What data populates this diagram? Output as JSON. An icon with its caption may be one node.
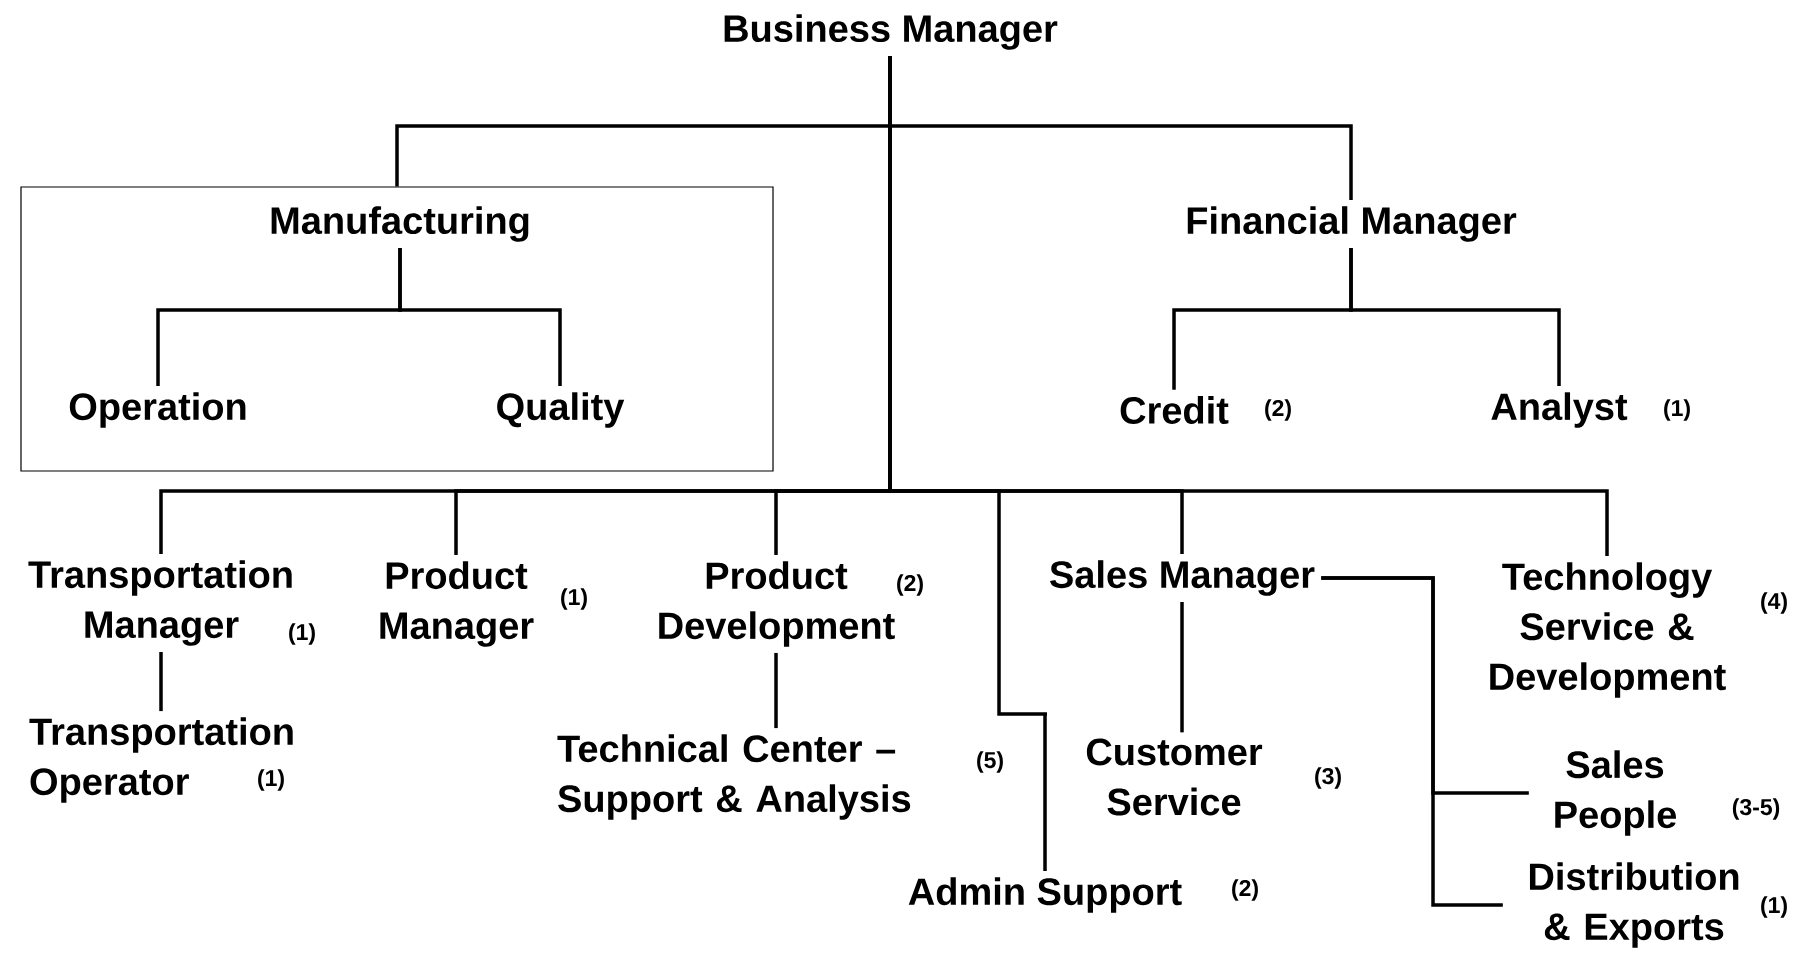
{
  "diagram": {
    "nodes": [
      {
        "text": [
          "Business Manager"
        ]
      },
      {
        "text": [],
        "shape": "box"
      },
      {
        "text": [
          "Manufacturing"
        ],
        "in": 1
      },
      {
        "text": [
          "Operation"
        ],
        "in": 1
      },
      {
        "text": [
          "Quality"
        ],
        "in": 1
      },
      {
        "text": [
          "Financial Manager"
        ]
      },
      {
        "text": [
          "Credit"
        ],
        "beside": [
          "(2)"
        ]
      },
      {
        "text": [
          "Analyst"
        ],
        "beside": [
          "(1)"
        ]
      },
      {
        "text": [
          "Transportation Manager"
        ],
        "beside": [
          "(1)"
        ]
      },
      {
        "text": [
          "Transportation Operator"
        ],
        "beside": [
          "(1)"
        ]
      },
      {
        "text": [
          "Product Manager"
        ],
        "beside": [
          "(1)"
        ]
      },
      {
        "text": [
          "Product Development"
        ],
        "beside": [
          "(2)"
        ]
      },
      {
        "text": [
          "Technical Center – Support & Analysis"
        ],
        "beside": [
          "(5)"
        ]
      },
      {
        "text": [
          "Admin Support"
        ],
        "beside": [
          "(2)"
        ]
      },
      {
        "text": [
          "Sales Manager"
        ]
      },
      {
        "text": [
          "Customer Service"
        ],
        "beside": [
          "(3)"
        ]
      },
      {
        "text": [
          "Technology Service & Development"
        ],
        "beside": [
          "(4)"
        ]
      },
      {
        "text": [
          "Sales People"
        ],
        "beside": [
          "(3-5)"
        ]
      },
      {
        "text": [
          "Distribution & Exports"
        ],
        "beside": [
          "(1)"
        ]
      }
    ],
    "edges": [
      {
        "from": 0,
        "to": 1,
        "arrow": "none"
      },
      {
        "from": 0,
        "to": 5,
        "arrow": "none"
      },
      {
        "from": 2,
        "to": 3,
        "arrow": "none"
      },
      {
        "from": 2,
        "to": 4,
        "arrow": "none"
      },
      {
        "from": 5,
        "to": 6,
        "arrow": "none"
      },
      {
        "from": 5,
        "to": 7,
        "arrow": "none"
      },
      {
        "from": 0,
        "to": 8,
        "arrow": "none"
      },
      {
        "from": 8,
        "to": 9,
        "arrow": "none"
      },
      {
        "from": 0,
        "to": 10,
        "arrow": "none"
      },
      {
        "from": 0,
        "to": 11,
        "arrow": "none"
      },
      {
        "from": 11,
        "to": 12,
        "arrow": "none"
      },
      {
        "from": 0,
        "to": 13,
        "arrow": "none"
      },
      {
        "from": 0,
        "to": 14,
        "arrow": "none"
      },
      {
        "from": 14,
        "to": 15,
        "arrow": "none"
      },
      {
        "from": 0,
        "to": 16,
        "arrow": "none"
      },
      {
        "from": 14,
        "to": 17,
        "arrow": "none"
      },
      {
        "from": 14,
        "to": 18,
        "arrow": "none"
      }
    ]
  }
}
